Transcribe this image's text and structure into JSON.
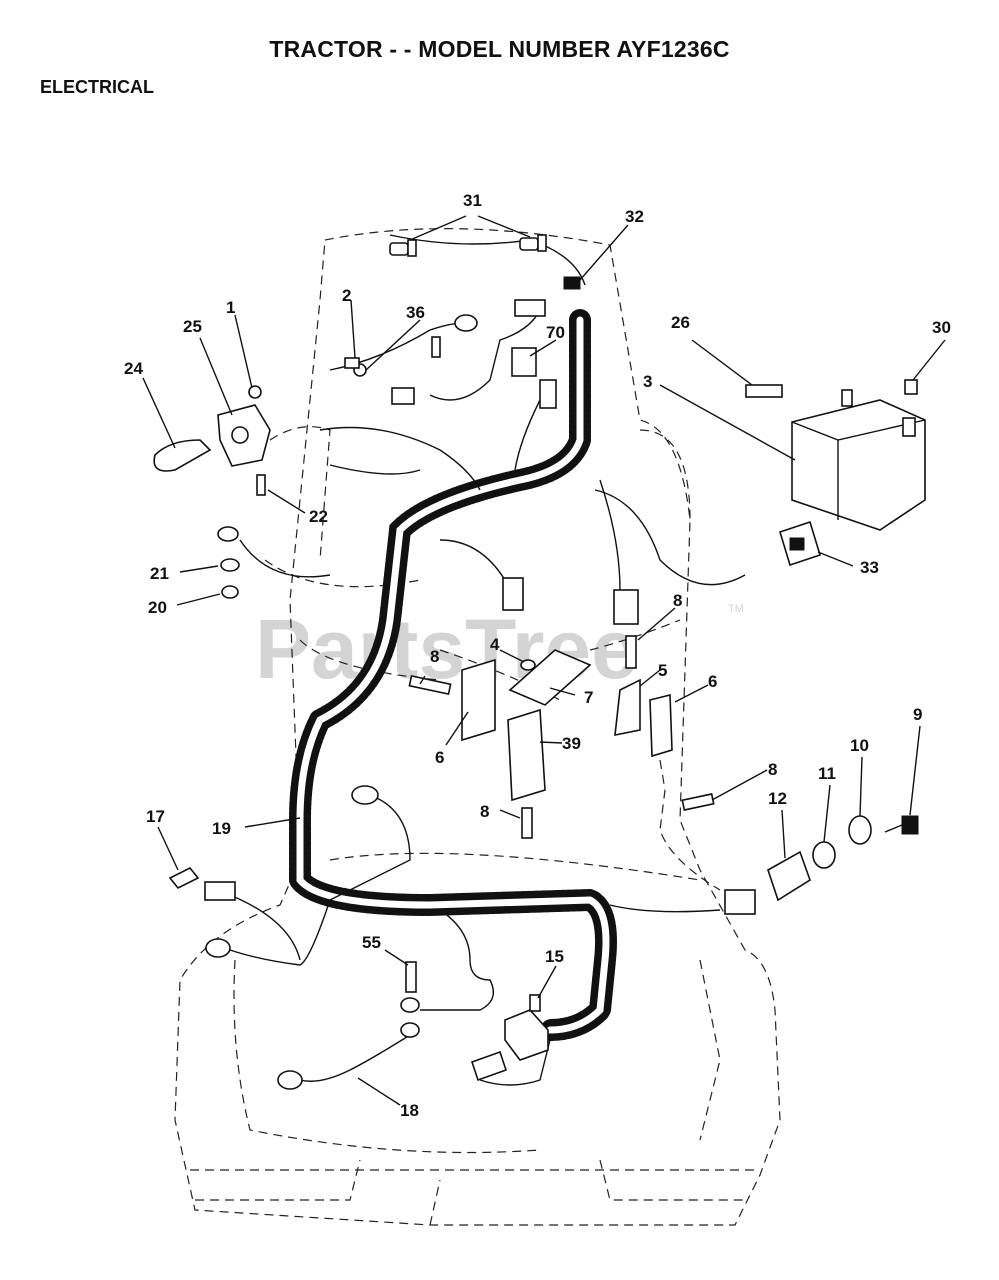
{
  "header": {
    "title": "TRACTOR - - MODEL NUMBER AYF1236C",
    "section": "ELECTRICAL"
  },
  "watermark": {
    "text": "PartsTree",
    "tm": "TM"
  },
  "callouts": {
    "c1": "1",
    "c2": "2",
    "c3": "3",
    "c4": "4",
    "c5": "5",
    "c6a": "6",
    "c6b": "6",
    "c7": "7",
    "c8a": "8",
    "c8b": "8",
    "c8c": "8",
    "c8d": "8",
    "c9": "9",
    "c10": "10",
    "c11": "11",
    "c12": "12",
    "c15": "15",
    "c17": "17",
    "c18": "18",
    "c19": "19",
    "c20": "20",
    "c21": "21",
    "c22": "22",
    "c24": "24",
    "c25": "25",
    "c26": "26",
    "c30": "30",
    "c31": "31",
    "c32": "32",
    "c33": "33",
    "c36": "36",
    "c39": "39",
    "c55": "55",
    "c70": "70"
  }
}
